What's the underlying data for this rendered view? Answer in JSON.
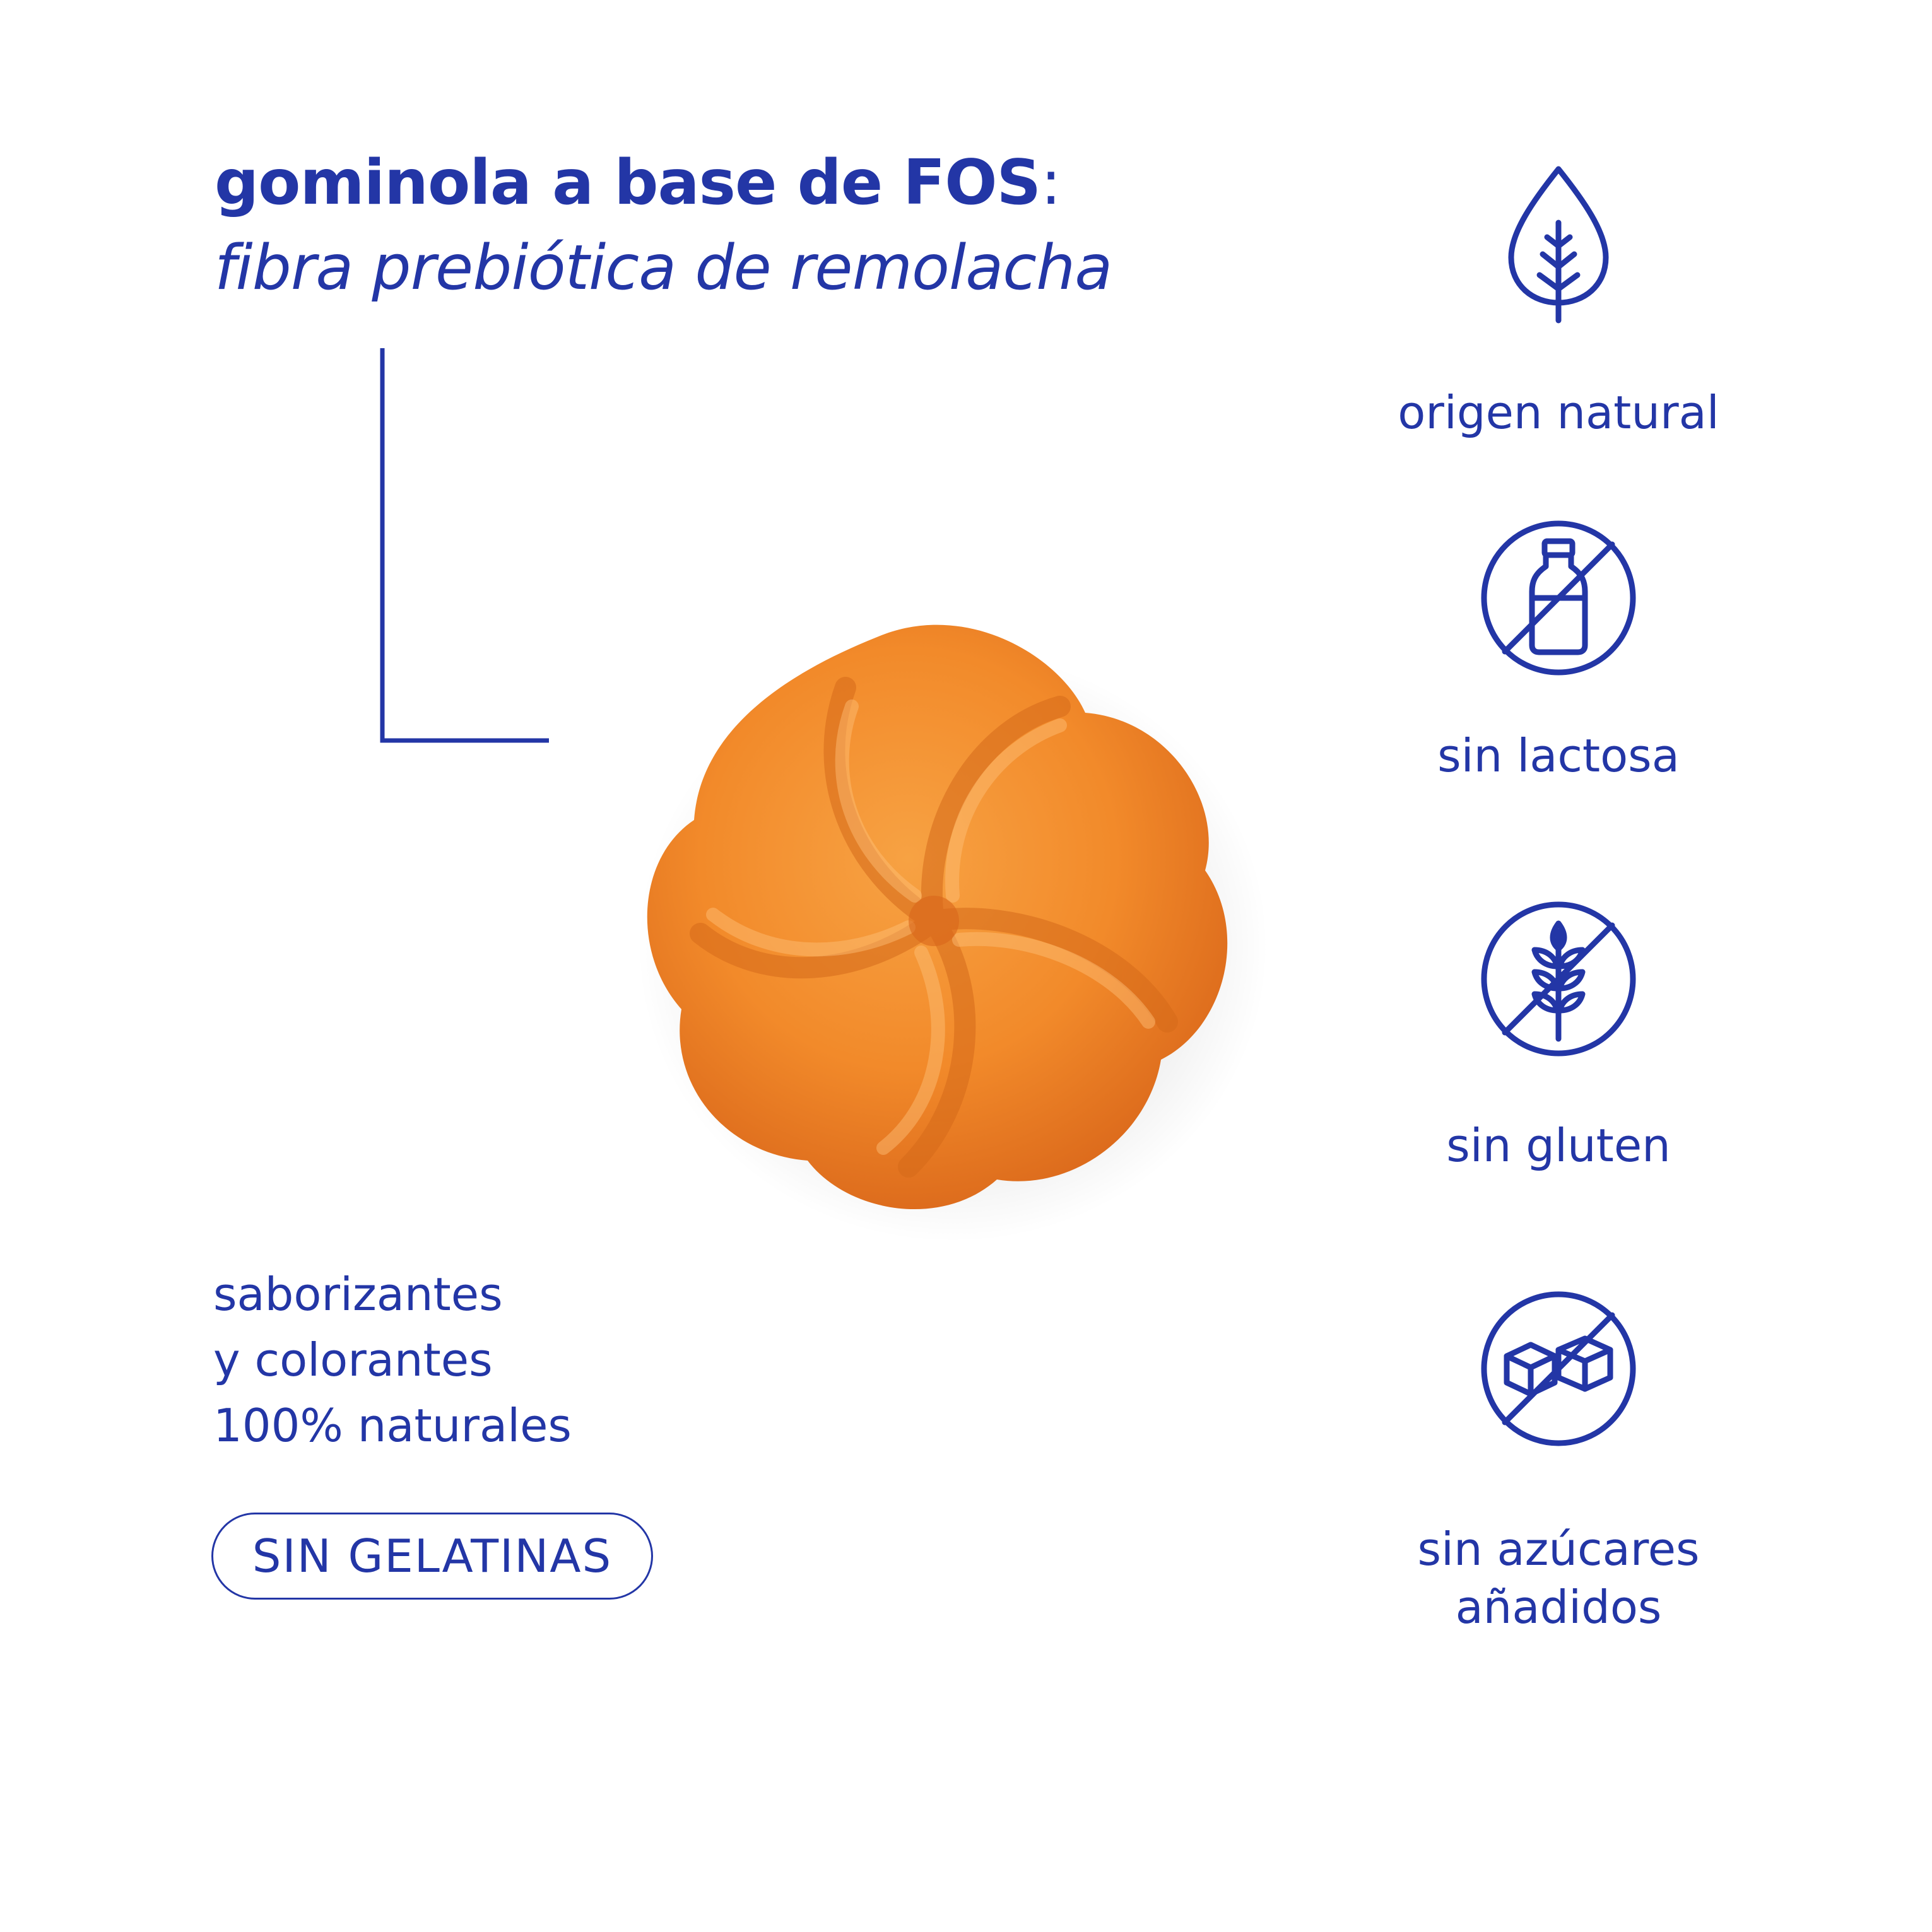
{
  "header": {
    "title_main": "gominola a base de FOS",
    "title_colon": ":",
    "subtitle": "fibra prebiótica de remolacha"
  },
  "product": {
    "image_icon": "orange-swirl-gummy",
    "gummy_color": "#f28a2a",
    "accent_color": "#2336a6"
  },
  "flavor": {
    "line1": "saborizantes",
    "line2": "y colorantes",
    "line3": "100% naturales"
  },
  "badge": {
    "label": "SIN GELATINAS"
  },
  "features": [
    {
      "icon": "leaf-icon",
      "label": "origen natural"
    },
    {
      "icon": "no-milk-icon",
      "label": "sin lactosa"
    },
    {
      "icon": "no-gluten-icon",
      "label": "sin gluten"
    },
    {
      "icon": "no-sugar-icon",
      "label": "sin azúcares\nañadidos"
    }
  ]
}
